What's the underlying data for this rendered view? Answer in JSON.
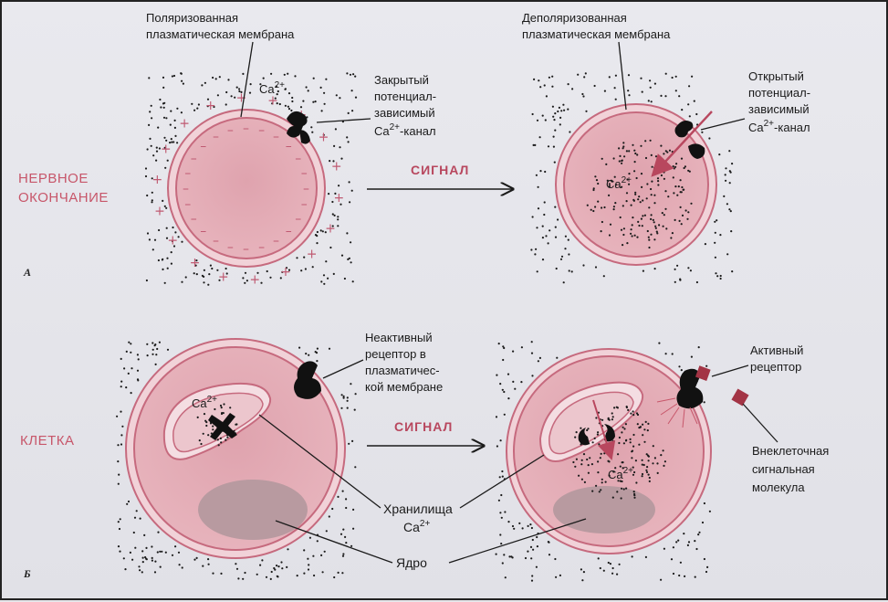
{
  "labels": {
    "polarized_membrane": [
      "Поляризованная",
      "плазматическая мембрана"
    ],
    "depolarized_membrane": [
      "Деполяризованная",
      "плазматическая мембрана"
    ],
    "ca_top_left": "Ca",
    "ca_sup": "2+",
    "closed_channel": [
      "Закрытый",
      "потенциал-",
      "зависимый"
    ],
    "closed_channel_last": "-канал",
    "open_channel": [
      "Открытый",
      "потенциал-",
      "зависимый"
    ],
    "open_channel_last": "-канал",
    "nerve_ending": [
      "НЕРВНОЕ",
      "ОКОНЧАНИЕ"
    ],
    "signal_top": "СИГНАЛ",
    "panel_a": "А",
    "inactive_receptor": [
      "Неактивный",
      "рецептор в",
      "плазматичес-",
      "кой мембране"
    ],
    "active_receptor": [
      "Активный",
      "рецептор"
    ],
    "cell": "КЛЕТКА",
    "signal_bottom": "СИГНАЛ",
    "stores": "Хранилища",
    "nucleus": "Ядро",
    "extracellular": [
      "Внеклеточная",
      "сигнальная",
      "молекула"
    ],
    "panel_b": "Б",
    "plus": "+",
    "minus": "–"
  },
  "colors": {
    "cytoplasm": "#e4a9b4",
    "membrane": "#c66a7e",
    "nucleus": "#b89aa0",
    "text_red": "#c7566a",
    "dots": "#1b1b1b"
  }
}
